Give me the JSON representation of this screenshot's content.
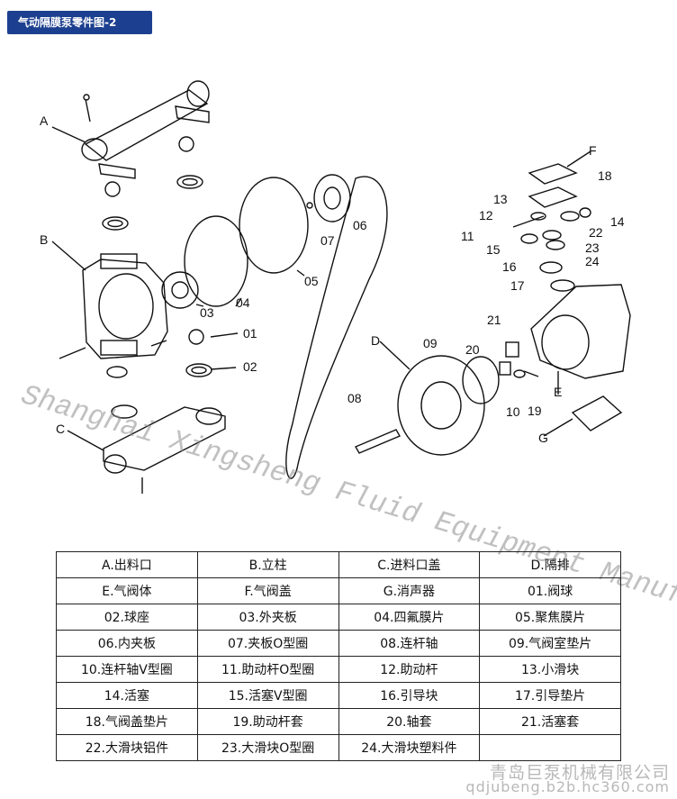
{
  "header": {
    "title": "气动隔膜泵零件图-2"
  },
  "watermark": "Shanghai Xingsheng Fluid Equipment Manufacturing Co., Ltd",
  "diagram_labels": [
    "A",
    "B",
    "C",
    "D",
    "E",
    "F",
    "G",
    "01",
    "02",
    "03",
    "04",
    "05",
    "06",
    "07",
    "08",
    "09",
    "10",
    "11",
    "12",
    "13",
    "14",
    "15",
    "16",
    "17",
    "18",
    "19",
    "20",
    "21",
    "22",
    "23",
    "24"
  ],
  "parts_table": [
    [
      "A.出料口",
      "B.立柱",
      "C.进料口盖",
      "D.隔排"
    ],
    [
      "E.气阀体",
      "F.气阀盖",
      "G.消声器",
      "01.阀球"
    ],
    [
      "02.球座",
      "03.外夹板",
      "04.四氟膜片",
      "05.聚焦膜片"
    ],
    [
      "06.内夹板",
      "07.夹板O型圈",
      "08.连杆轴",
      "09.气阀室垫片"
    ],
    [
      "10.连杆轴V型圈",
      "11.助动杆O型圈",
      "12.助动杆",
      "13.小滑块"
    ],
    [
      "14.活塞",
      "15.活塞V型圈",
      "16.引导块",
      "17.引导垫片"
    ],
    [
      "18.气阀盖垫片",
      "19.助动杆套",
      "20.轴套",
      "21.活塞套"
    ],
    [
      "22.大滑块铝件",
      "23.大滑块O型圈",
      "24.大滑块塑料件",
      ""
    ]
  ],
  "footer": {
    "company": "青岛巨泵机械有限公司",
    "url": "qdjubeng.b2b.hc360.com"
  }
}
